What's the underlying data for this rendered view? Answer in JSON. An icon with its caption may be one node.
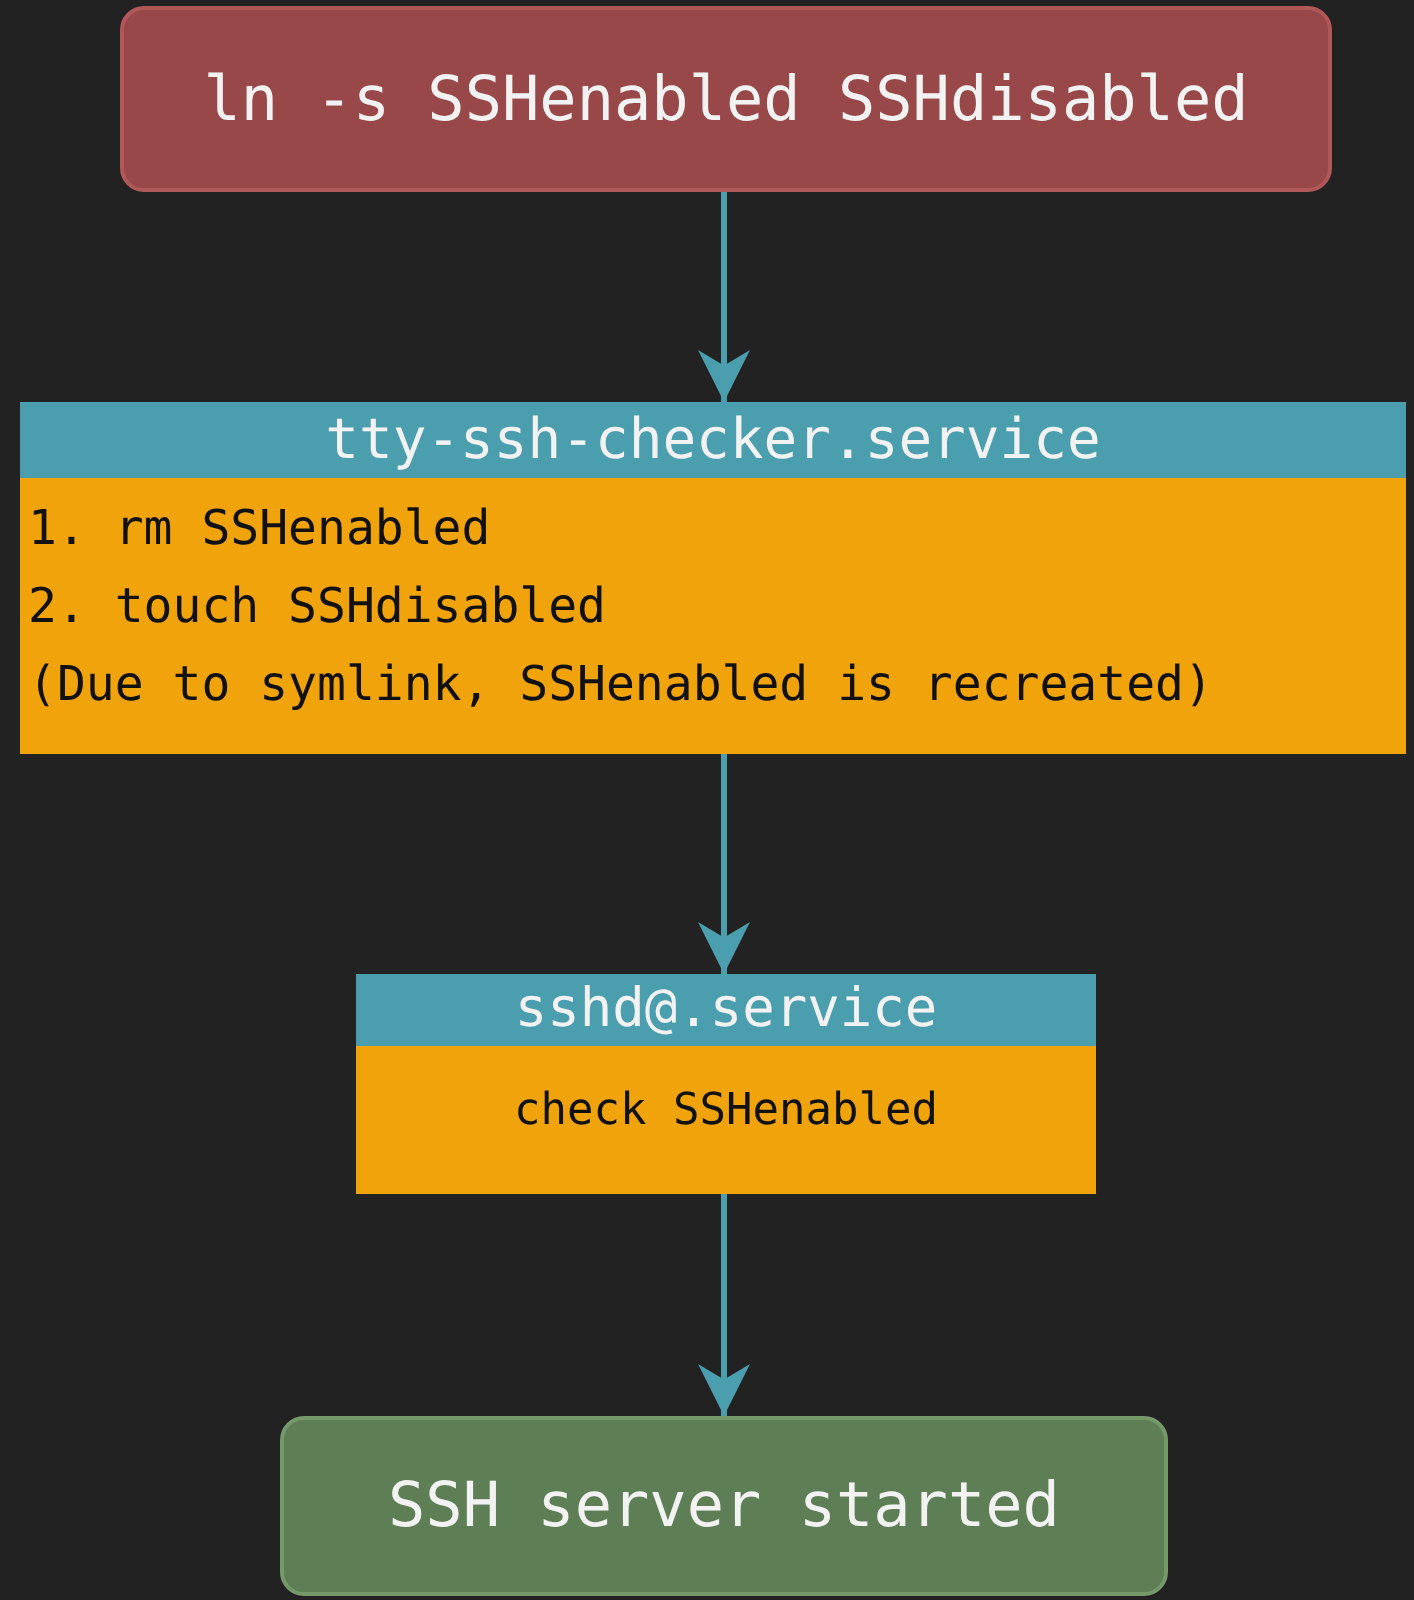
{
  "diagram": {
    "nodes": [
      {
        "text": [
          "ln -s SSHenabled SSHdisabled"
        ]
      },
      {
        "text": [
          "tty-ssh-checker.service",
          "1. rm SSHenabled",
          "2. touch SSHdisabled",
          "(Due to symlink, SSHenabled is recreated)"
        ]
      },
      {
        "text": [
          "sshd@.service",
          "check SSHenabled"
        ]
      },
      {
        "text": [
          "SSH server started"
        ]
      }
    ],
    "edges": [
      {
        "from": 0,
        "to": 1,
        "arrow": "to"
      },
      {
        "from": 1,
        "to": 2,
        "arrow": "to"
      },
      {
        "from": 2,
        "to": 3,
        "arrow": "to"
      }
    ]
  }
}
